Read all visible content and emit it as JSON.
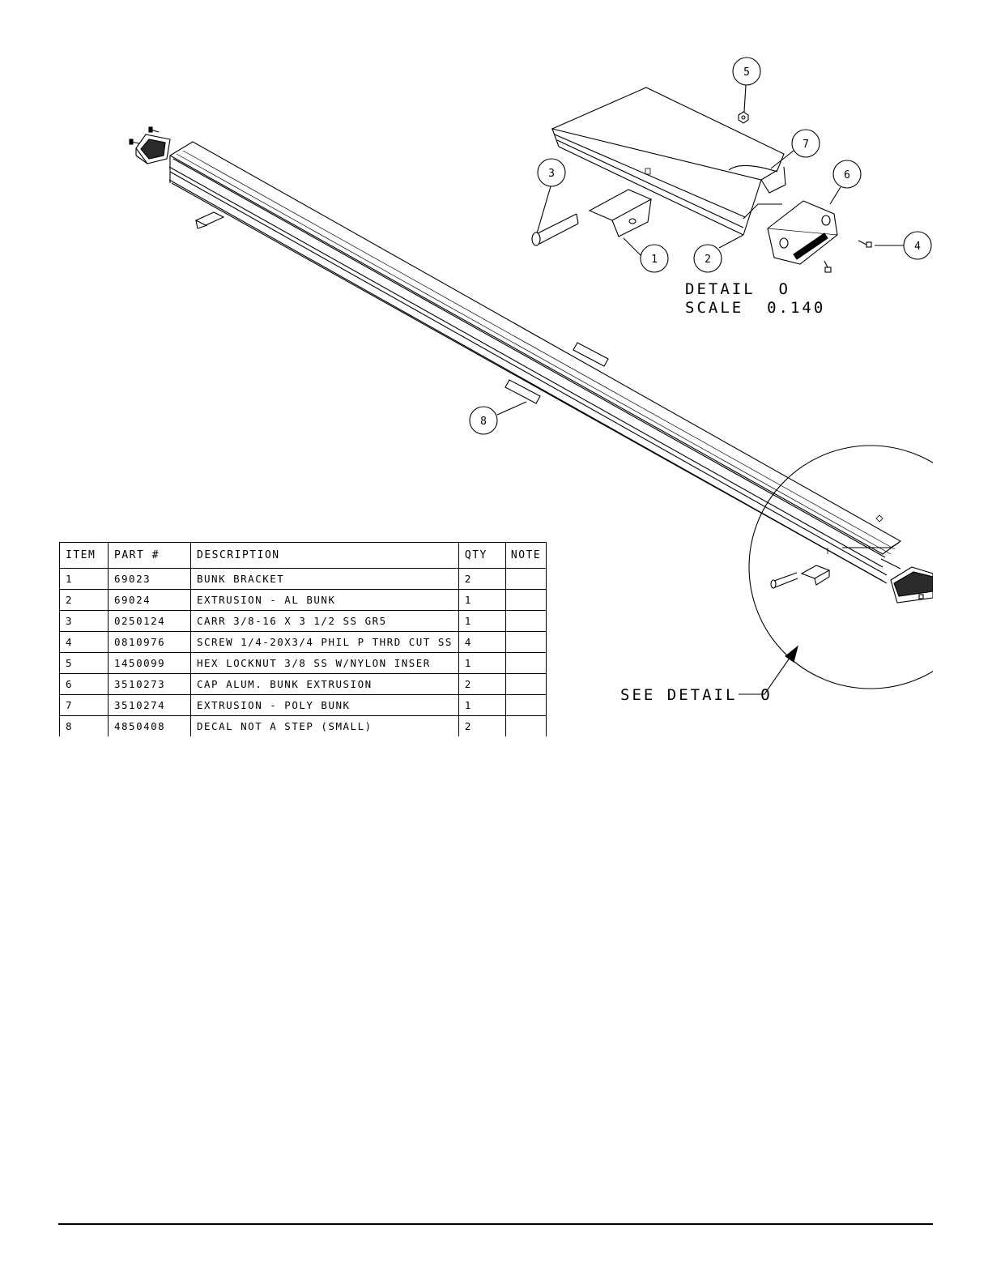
{
  "balloons": [
    "1",
    "2",
    "3",
    "4",
    "5",
    "6",
    "7",
    "8"
  ],
  "detail": {
    "title": "DETAIL  O",
    "scale": "SCALE  0.140",
    "callout": "SEE DETAIL  O"
  },
  "parts_table": {
    "headers": [
      "ITEM",
      "PART #",
      "DESCRIPTION",
      "QTY",
      "NOTE"
    ],
    "rows": [
      [
        "1",
        "69023",
        "BUNK BRACKET",
        "2",
        ""
      ],
      [
        "2",
        "69024",
        "EXTRUSION - AL BUNK",
        "1",
        ""
      ],
      [
        "3",
        "0250124",
        "CARR 3/8-16 X 3 1/2 SS GR5",
        "1",
        ""
      ],
      [
        "4",
        "0810976",
        "SCREW 1/4-20X3/4 PHIL P THRD CUT SS",
        "4",
        ""
      ],
      [
        "5",
        "1450099",
        "HEX LOCKNUT 3/8 SS W/NYLON INSER",
        "1",
        ""
      ],
      [
        "6",
        "3510273",
        "CAP ALUM. BUNK EXTRUSION",
        "2",
        ""
      ],
      [
        "7",
        "3510274",
        "EXTRUSION - POLY BUNK",
        "1",
        ""
      ],
      [
        "8",
        "4850408",
        "DECAL NOT A STEP (SMALL)",
        "2",
        ""
      ]
    ]
  }
}
